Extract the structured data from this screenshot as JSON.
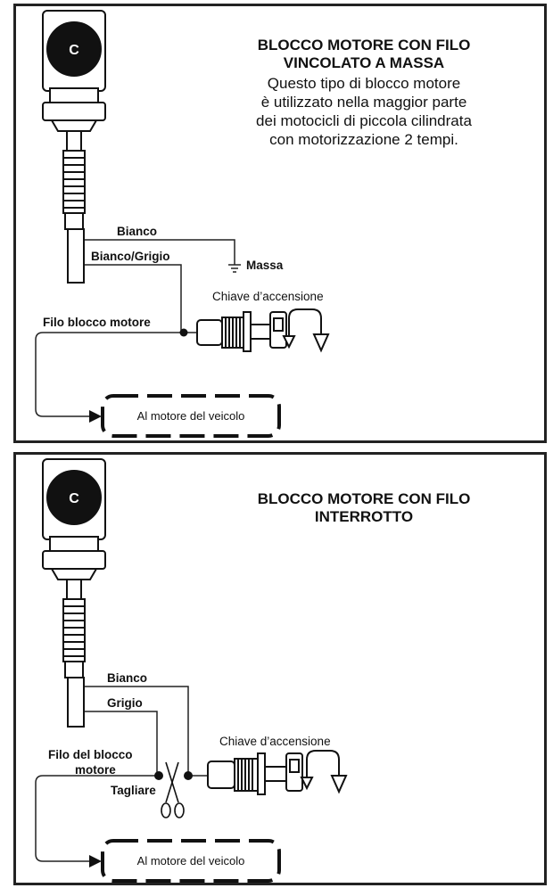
{
  "panel1": {
    "title_line1": "BLOCCO MOTORE CON FILO",
    "title_line2": "VINCOLATO A MASSA",
    "description": [
      "Questo tipo di blocco motore",
      "è utilizzato nella maggior parte",
      "dei motocicli di piccola cilindrata",
      "con motorizzazione 2 tempi."
    ],
    "wire_white": "Bianco",
    "wire_white_grey": "Bianco/Grigio",
    "ground": "Massa",
    "ignition_key": "Chiave d’accensione",
    "kill_wire": "Filo blocco motore",
    "to_engine": "Al motore del veicolo"
  },
  "panel2": {
    "title_line1": "BLOCCO MOTORE CON FILO",
    "title_line2": "INTERROTTO",
    "wire_white": "Bianco",
    "wire_grey": "Grigio",
    "ignition_key": "Chiave d’accensione",
    "kill_wire_line1": "Filo del blocco",
    "kill_wire_line2": "motore",
    "cut": "Tagliare",
    "to_engine": "Al motore del veicolo"
  }
}
